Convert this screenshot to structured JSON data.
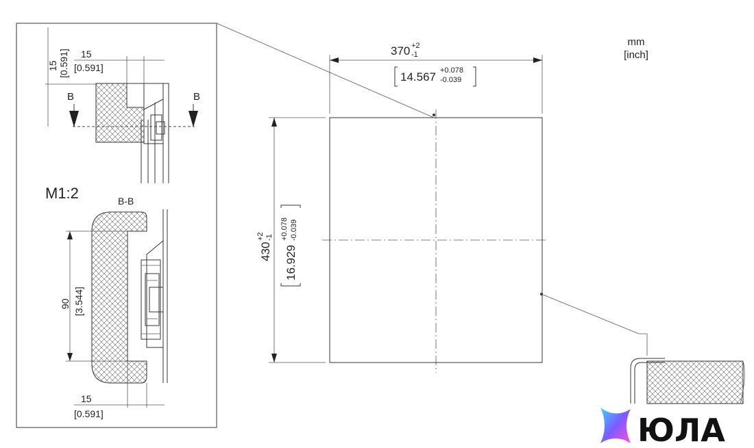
{
  "units": {
    "primary": "mm",
    "secondary": "[inch]"
  },
  "cutout": {
    "width": {
      "value": "370",
      "tol_upper": "+2",
      "tol_lower": "-1",
      "inch": "14.567",
      "inch_upper": "+0.078",
      "inch_lower": "-0.039"
    },
    "height": {
      "value": "430",
      "tol_upper": "+2",
      "tol_lower": "-1",
      "inch": "16.929",
      "inch_upper": "+0.078",
      "inch_lower": "-0.039"
    }
  },
  "detail": {
    "scale": "M1:2",
    "section_marker": "B",
    "section_label": "B-B",
    "top_offset": {
      "mm": "15",
      "inch": "[0.591]"
    },
    "top_width": {
      "mm": "15",
      "inch": "[0.591]"
    },
    "bottom_width": {
      "mm": "15",
      "inch": "[0.591]"
    },
    "section_height": {
      "mm": "90",
      "inch": "[3.544]"
    }
  },
  "logo": {
    "text": "ЮЛА",
    "colors": {
      "gradient_start": "#3fd4ff",
      "gradient_mid": "#7a5cff",
      "gradient_end": "#ff4fd8",
      "wordmark": "#111111"
    }
  }
}
